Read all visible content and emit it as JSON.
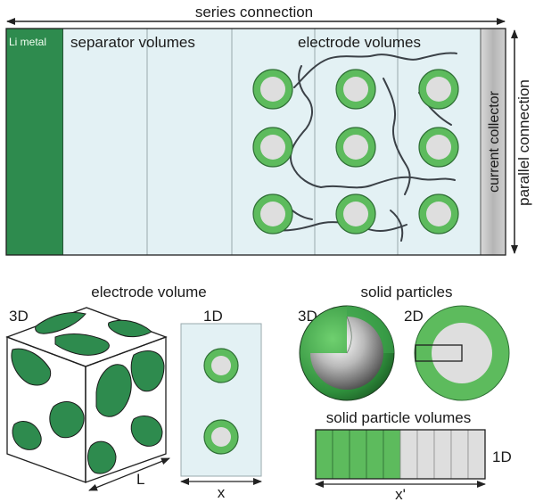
{
  "top": {
    "series_label": "series connection",
    "parallel_label": "parallel connection",
    "li_metal_label": "Li metal",
    "separator_label": "separator volumes",
    "electrode_label": "electrode volumes",
    "collector_label": "current collector"
  },
  "bottom": {
    "electrode_volume_title": "electrode volume",
    "label_3d": "3D",
    "label_1d": "1D",
    "label_L": "L",
    "label_x": "x",
    "solid_particles_title": "solid particles",
    "sp_label_3d": "3D",
    "sp_label_2d": "2D",
    "solid_particle_volumes_title": "solid particle volumes",
    "spv_label_1d": "1D",
    "label_xprime": "x'",
    "filled_cells": 5,
    "total_cells": 10
  },
  "colors": {
    "green_dark": "#2e8b4e",
    "green_light": "#5dbb5d",
    "separator_fill": "#e3f1f4",
    "particle_core": "#dedede",
    "collector": "#bdbdbd"
  }
}
